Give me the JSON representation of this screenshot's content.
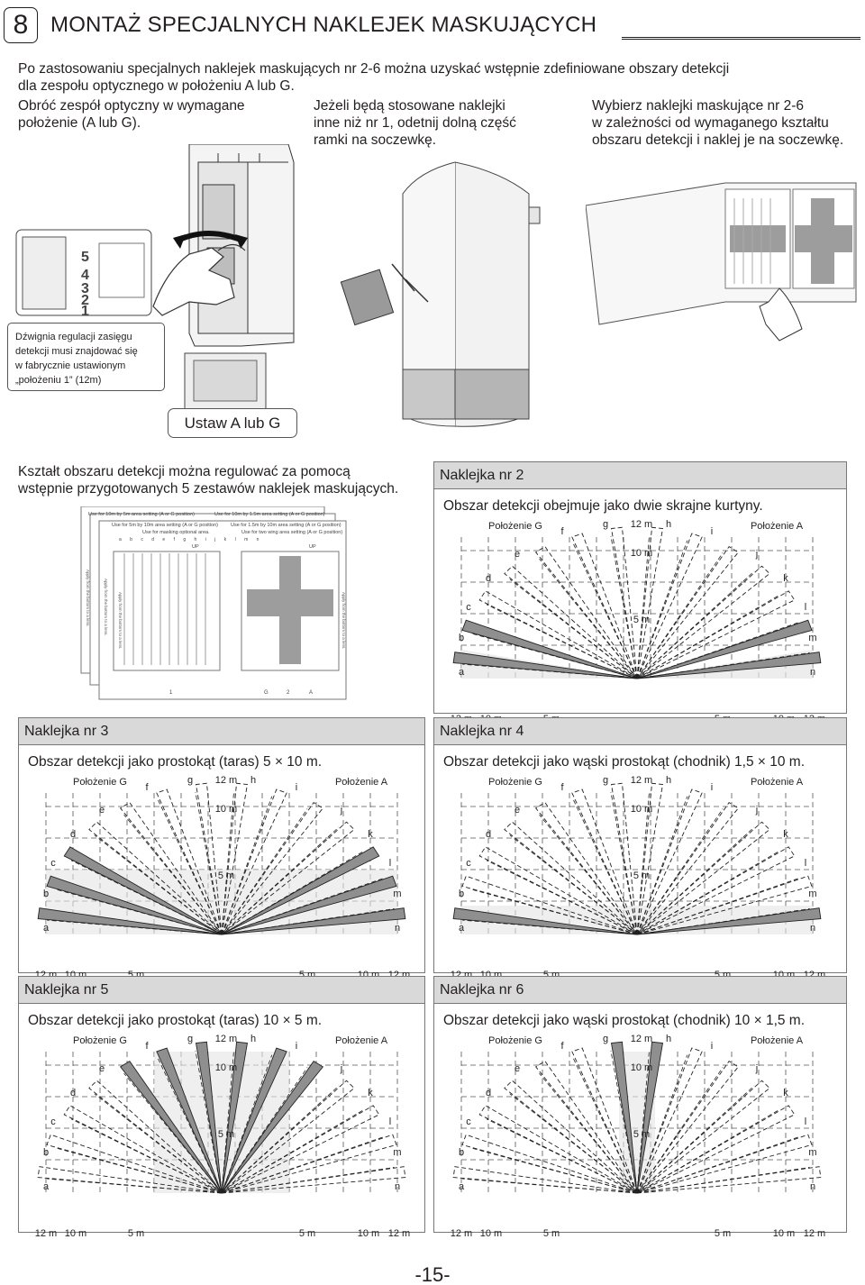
{
  "section": {
    "number": "8",
    "title": "MONTAŻ SPECJALNYCH NAKLEJEK MASKUJĄCYCH"
  },
  "intro": {
    "line1": "Po zastosowaniu specjalnych naklejek maskujących nr 2-6 można uzyskać wstępnie zdefiniowane obszary detekcji",
    "line2": "dla zespołu optycznego w położeniu A lub G."
  },
  "steps": {
    "step1": [
      "Obróć zespół optyczny w wymagane",
      "położenie (A lub G)."
    ],
    "step2": [
      "Jeżeli będą stosowane naklejki",
      "inne niż nr 1, odetnij dolną część",
      "ramki na soczewkę."
    ],
    "step3": [
      "Wybierz naklejki maskujące nr 2-6",
      "w zależności od wymaganego kształtu",
      "obszaru detekcji i naklej je na soczewkę."
    ]
  },
  "lever_note": [
    "Dźwignia regulacji zasięgu",
    "detekcji musi znajdować się",
    "w fabrycznie ustawionym",
    "„położeniu 1” (12m)"
  ],
  "set_label": "Ustaw A lub G",
  "shape_text": [
    "Kształt obszaru detekcji można regulować za pomocą",
    "wstępnie przygotowanych 5 zestawów naklejek maskujących."
  ],
  "sticker_sheet": {
    "lines": [
      "Use for 10m by 5m area setting (A or G position)",
      "Use for 10m by 1.5m area setting (A or G position)",
      "Use for 5m by 10m area setting (A or G position)",
      "Use for 1.5m by 10m area setting (A or G position)",
      "Use for masking optional area.",
      "Use for two wing area setting (A or G position)"
    ],
    "letters": "a b c d e f g h i j k l m n",
    "up": "UP",
    "side_text": "Apply from the bottom to a lens.",
    "bottom_1": "1",
    "bottom_g": "G",
    "bottom_2": "2",
    "bottom_a": "A"
  },
  "diagram_labels": {
    "pos_g": "Położenie G",
    "pos_a": "Położenie A",
    "r12": "12 m",
    "r10": "10 m",
    "r5": "5 m",
    "left": [
      "a",
      "b",
      "c",
      "d",
      "e",
      "f",
      "g"
    ],
    "right": [
      "h",
      "i",
      "j",
      "k",
      "l",
      "m",
      "n"
    ]
  },
  "panels": [
    {
      "title": "Naklejka nr 2",
      "desc": "Obszar detekcji obejmuje jako dwie skrajne kurtyny."
    },
    {
      "title": "Naklejka nr 3",
      "desc": "Obszar detekcji jako prostokąt (taras) 5 × 10 m."
    },
    {
      "title": "Naklejka nr 4",
      "desc": "Obszar detekcji jako wąski prostokąt (chodnik) 1,5 × 10 m."
    },
    {
      "title": "Naklejka nr 5",
      "desc": "Obszar detekcji jako prostokąt (taras) 10 × 5 m."
    },
    {
      "title": "Naklejka nr 6",
      "desc": "Obszar detekcji jako wąski prostokąt (chodnik) 10 × 1,5 m."
    }
  ],
  "page_number": "-15-"
}
